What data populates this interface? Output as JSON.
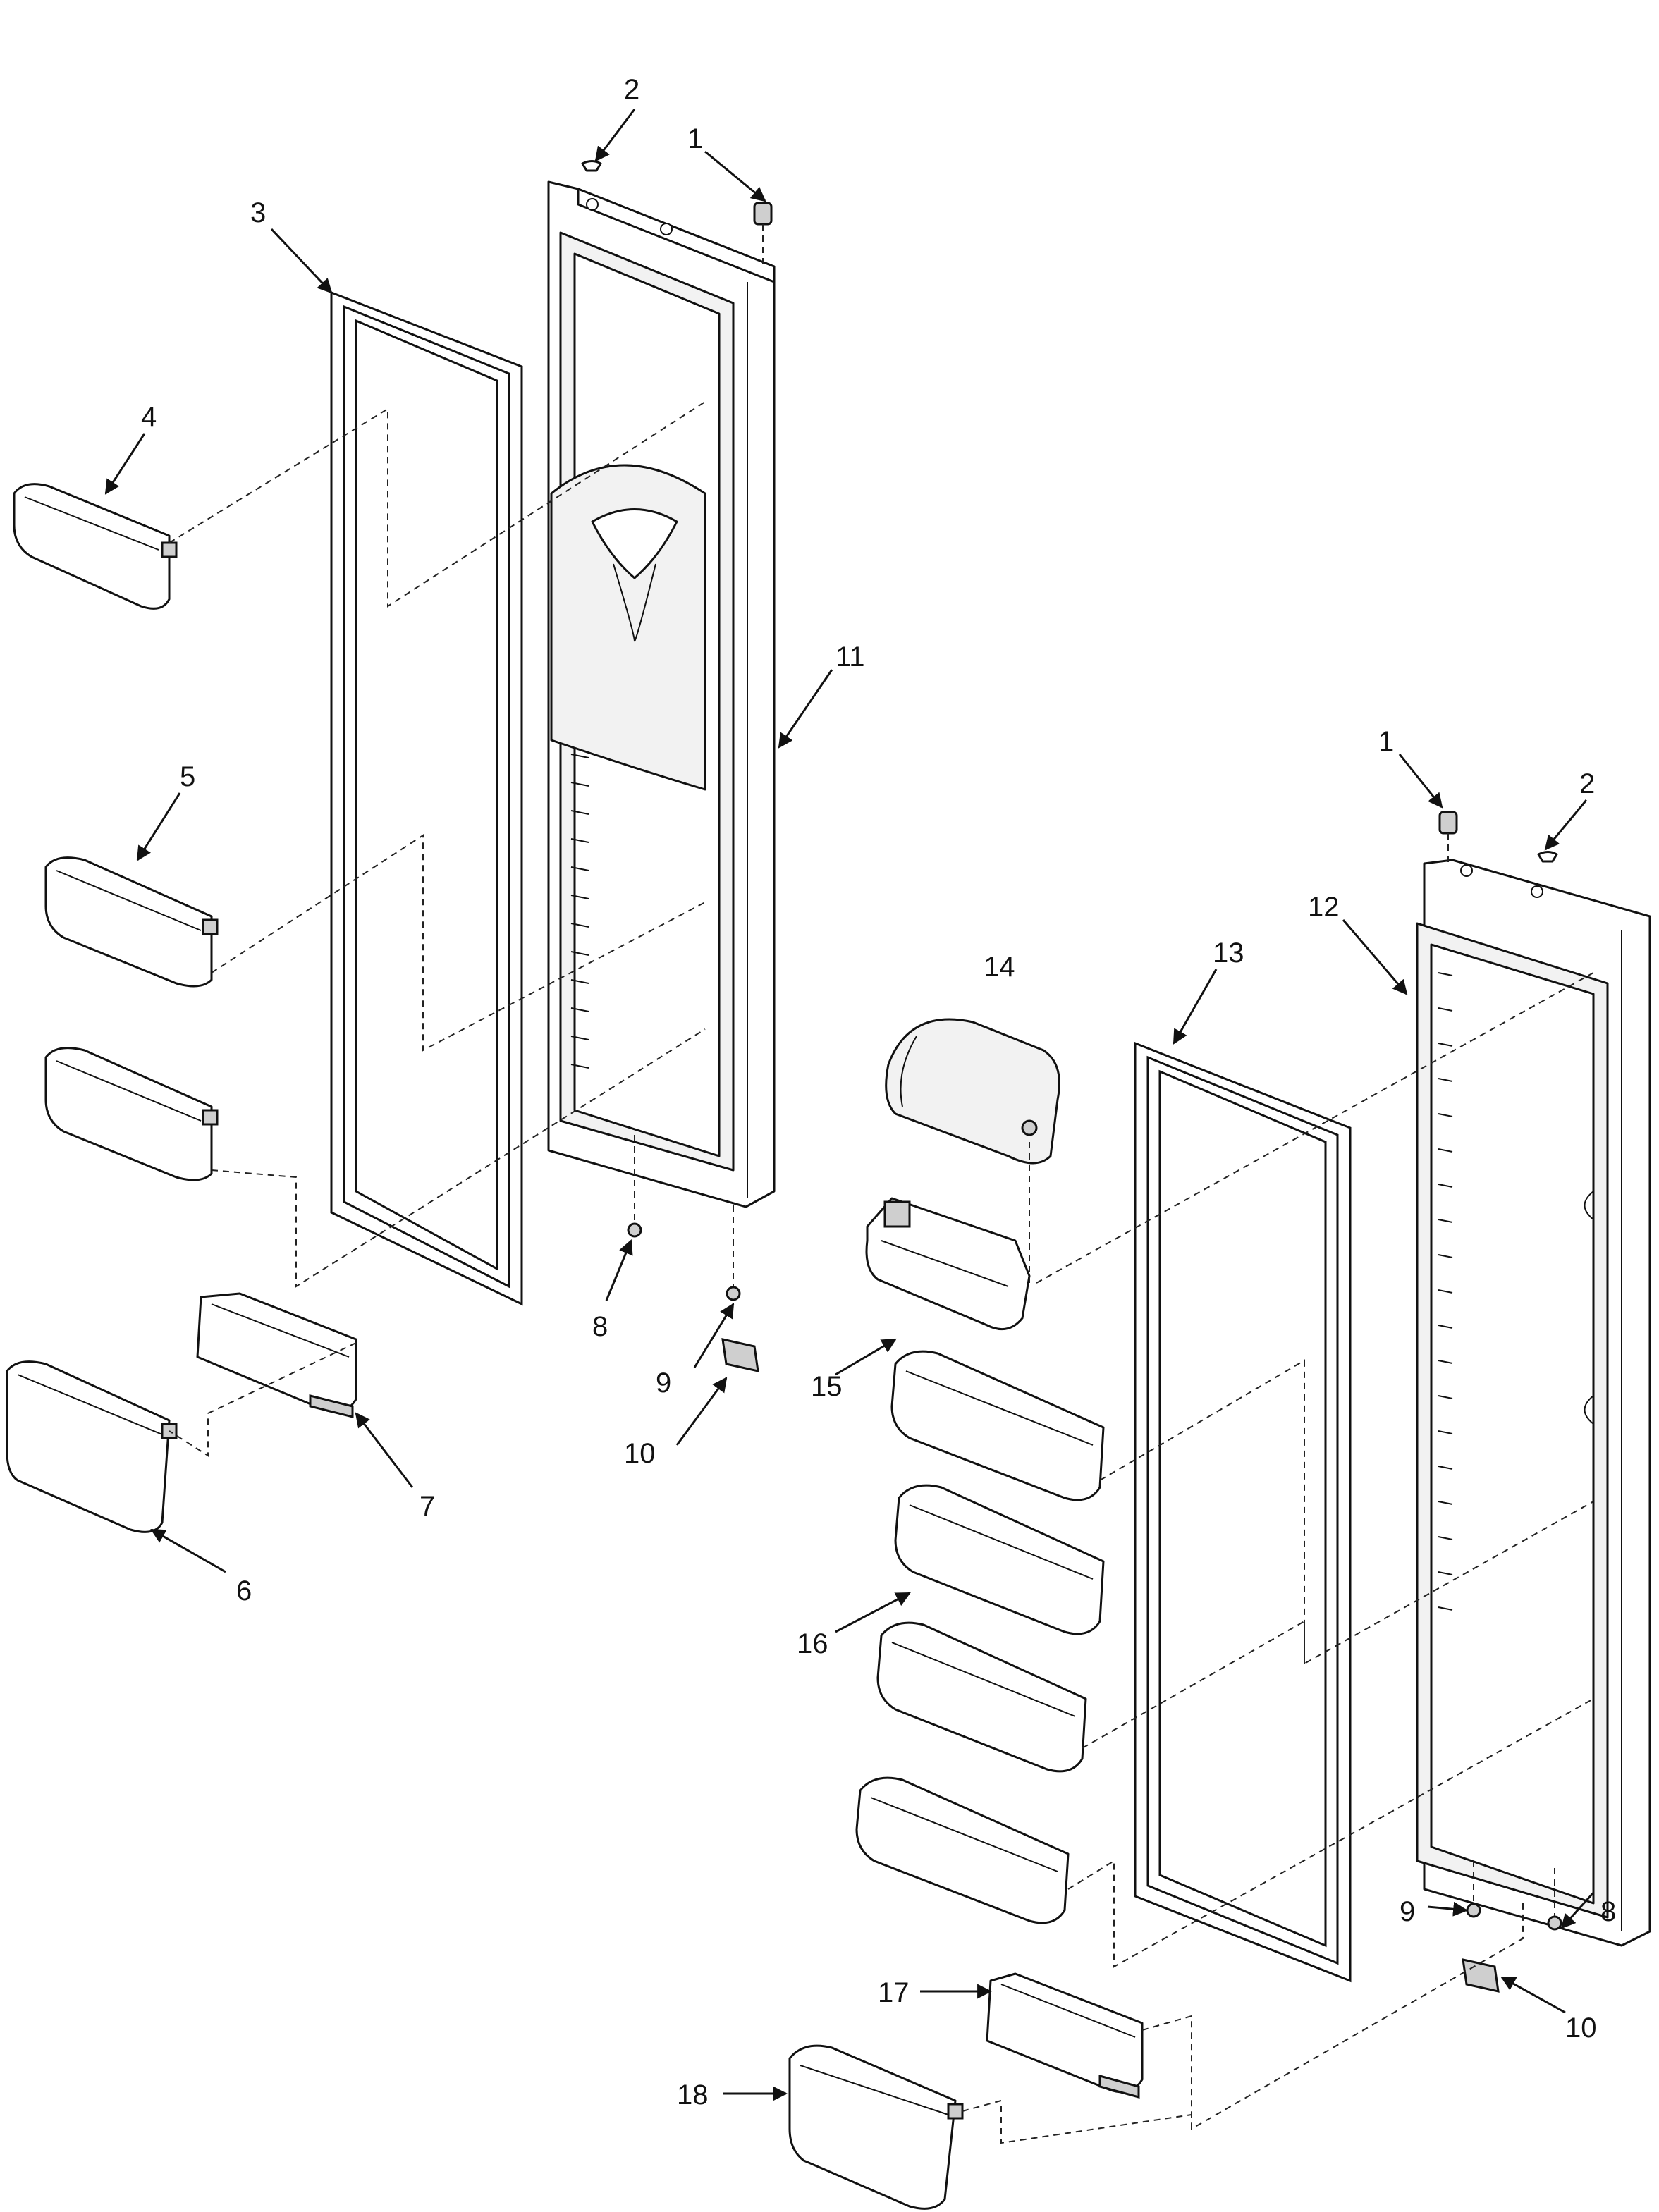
{
  "callouts": {
    "left_door": [
      {
        "id": "c1l",
        "label": "1"
      },
      {
        "id": "c2l",
        "label": "2"
      },
      {
        "id": "c3",
        "label": "3"
      },
      {
        "id": "c4",
        "label": "4"
      },
      {
        "id": "c5",
        "label": "5"
      },
      {
        "id": "c6",
        "label": "6"
      },
      {
        "id": "c7",
        "label": "7"
      },
      {
        "id": "c8l",
        "label": "8"
      },
      {
        "id": "c9l",
        "label": "9"
      },
      {
        "id": "c10l",
        "label": "10"
      },
      {
        "id": "c11",
        "label": "11"
      }
    ],
    "right_door": [
      {
        "id": "c1r",
        "label": "1"
      },
      {
        "id": "c2r",
        "label": "2"
      },
      {
        "id": "c12",
        "label": "12"
      },
      {
        "id": "c13",
        "label": "13"
      },
      {
        "id": "c14",
        "label": "14"
      },
      {
        "id": "c15",
        "label": "15"
      },
      {
        "id": "c16",
        "label": "16"
      },
      {
        "id": "c17",
        "label": "17"
      },
      {
        "id": "c18",
        "label": "18"
      },
      {
        "id": "c8r",
        "label": "8"
      },
      {
        "id": "c9r",
        "label": "9"
      },
      {
        "id": "c10r",
        "label": "10"
      }
    ]
  },
  "colors": {
    "line": "#111111",
    "background": "#ffffff",
    "shade": "#f2f2f2"
  }
}
